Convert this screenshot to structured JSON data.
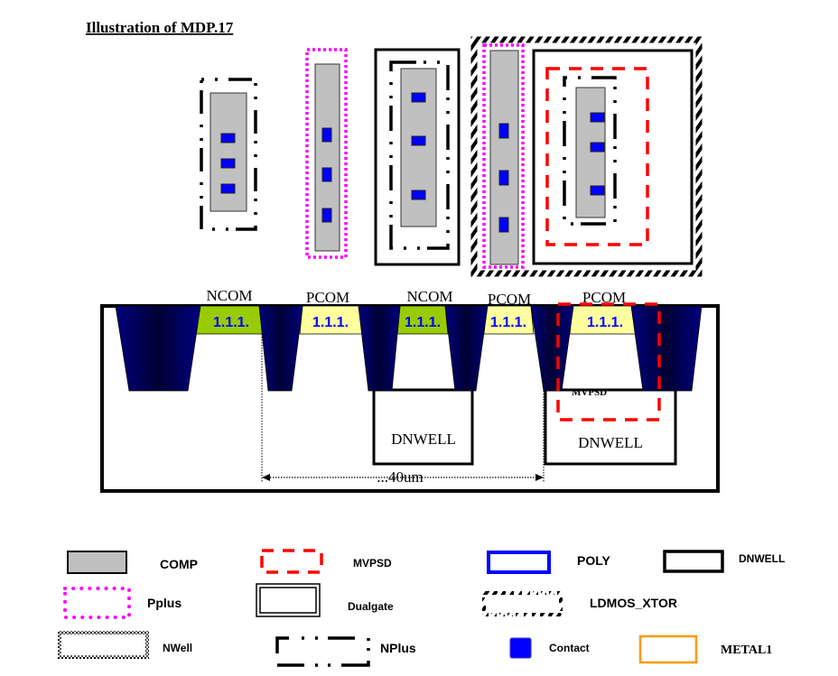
{
  "title": "Illustration of MDP.17",
  "colors": {
    "comp_fill": "#c0c0c0",
    "contact": "#0000ff",
    "pplus": "#ff00ff",
    "mvpsd": "#ff0000",
    "poly": "#0000ff",
    "metal1": "#ff9900",
    "ncom_fill": "#99cc00",
    "pcom_fill": "#ffffa0",
    "sti": "#000066",
    "rule_text": "#0000ff"
  },
  "cross_section": {
    "regions": [
      {
        "label": "NCOM",
        "rule": "1.1.1.",
        "type": "ncom"
      },
      {
        "label": "PCOM",
        "rule": "1.1.1.",
        "type": "pcom"
      },
      {
        "label": "NCOM",
        "rule": "1.1.1.",
        "type": "ncom"
      },
      {
        "label": "PCOM",
        "rule": "1.1.1.",
        "type": "pcom"
      },
      {
        "label": "PCOM",
        "rule": "1.1.1.",
        "type": "pcom"
      }
    ],
    "dnwell_labels": [
      "DNWELL",
      "DNWELL"
    ],
    "mvpsd_label": "MVPSD",
    "dimension_label": "...40um"
  },
  "legend": {
    "items": [
      {
        "key": "comp",
        "label": "COMP"
      },
      {
        "key": "mvpsd",
        "label": "MVPSD"
      },
      {
        "key": "poly",
        "label": "POLY"
      },
      {
        "key": "dnwell",
        "label": "DNWELL"
      },
      {
        "key": "pplus",
        "label": "Pplus"
      },
      {
        "key": "dualgate",
        "label": "Dualgate"
      },
      {
        "key": "ldmos",
        "label": "LDMOS_XTOR"
      },
      {
        "key": "nwell",
        "label": "NWell"
      },
      {
        "key": "nplus",
        "label": "NPlus"
      },
      {
        "key": "contact",
        "label": "Contact"
      },
      {
        "key": "metal1",
        "label": "METAL1"
      }
    ]
  }
}
